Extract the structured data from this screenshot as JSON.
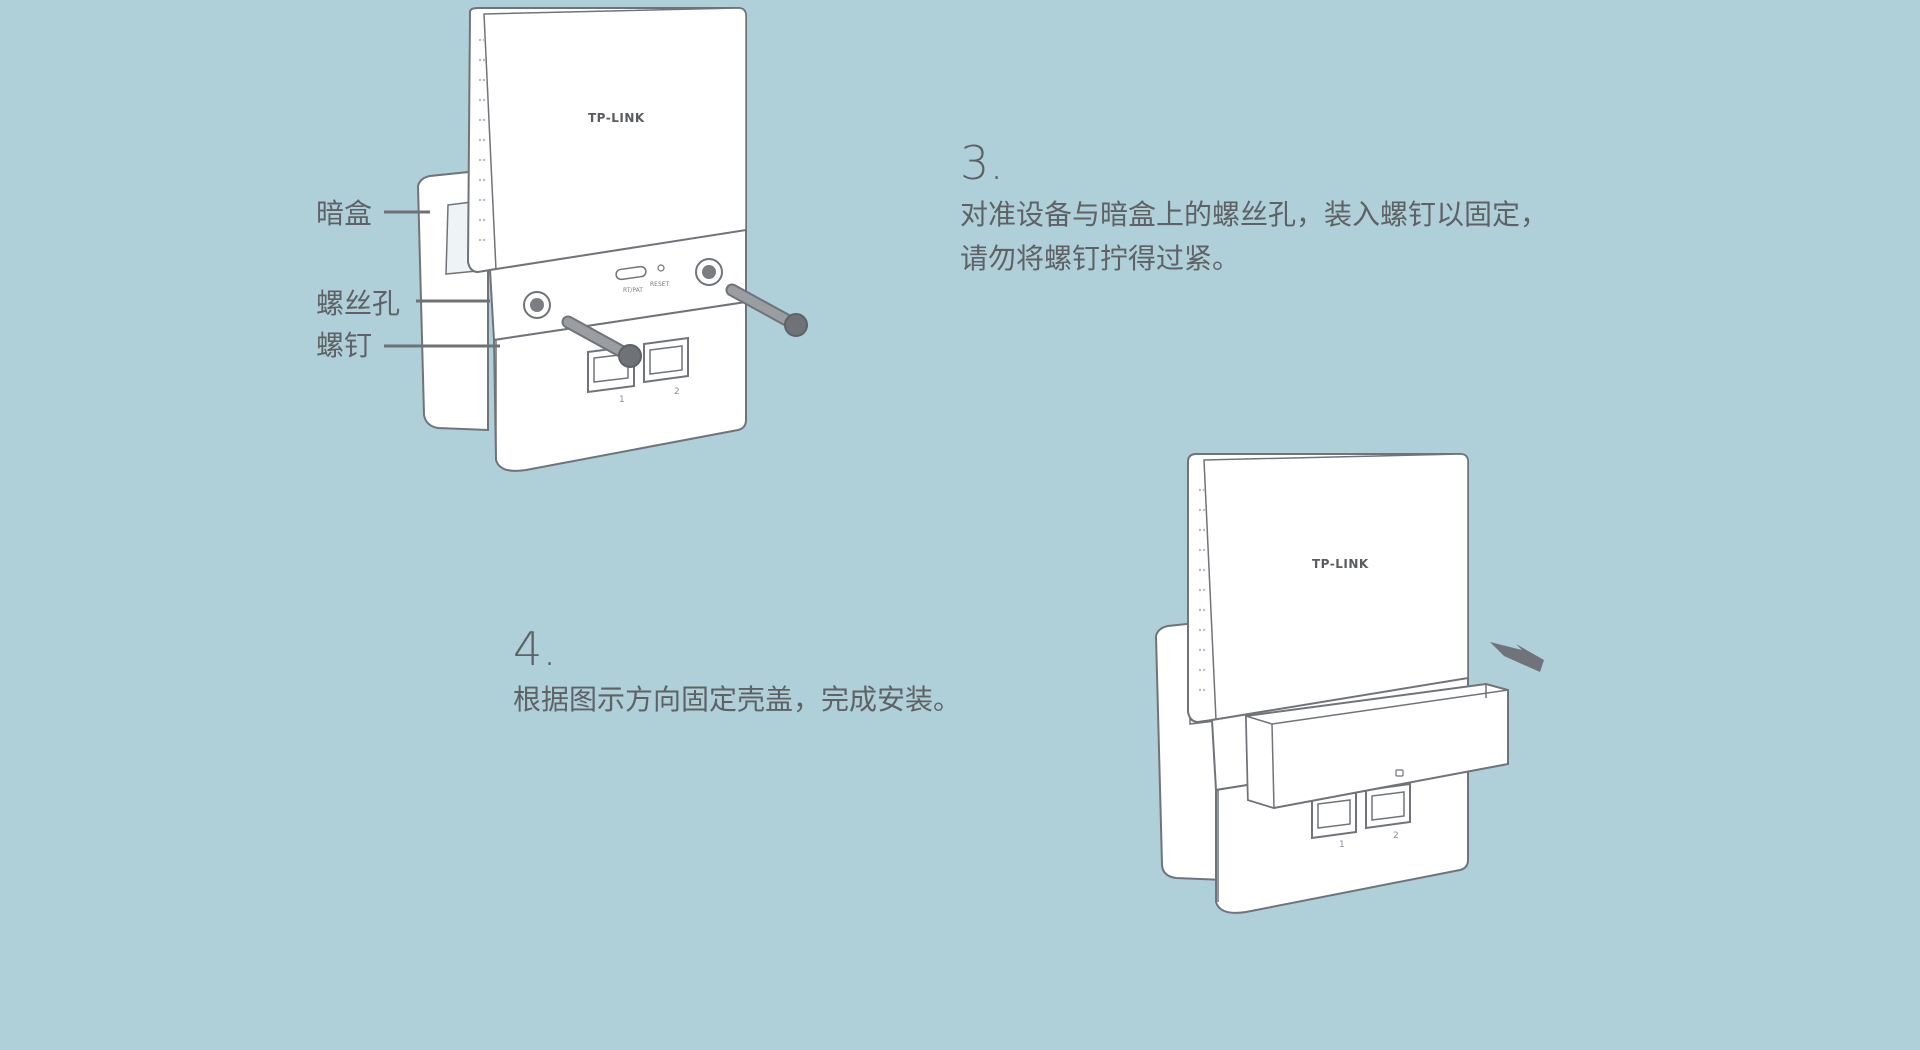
{
  "labels": {
    "box": "暗盒",
    "screw_hole": "螺丝孔",
    "screw": "螺钉"
  },
  "step3": {
    "number": "3.",
    "line1": "对准设备与暗盒上的螺丝孔，装入螺钉以固定，",
    "line2": "请勿将螺钉拧得过紧。"
  },
  "step4": {
    "number": "4.",
    "line1": "根据图示方向固定壳盖，完成安装。"
  },
  "device": {
    "brand": "TP-LINK",
    "button_label": "RT/PAT",
    "reset_label": "RESET",
    "port1_label": "1",
    "port2_label": "2"
  },
  "colors": {
    "background": "#afd0d9",
    "text": "#5f6265",
    "line": "#6f7275",
    "device_fill": "#ffffff",
    "screw": "#707379"
  }
}
